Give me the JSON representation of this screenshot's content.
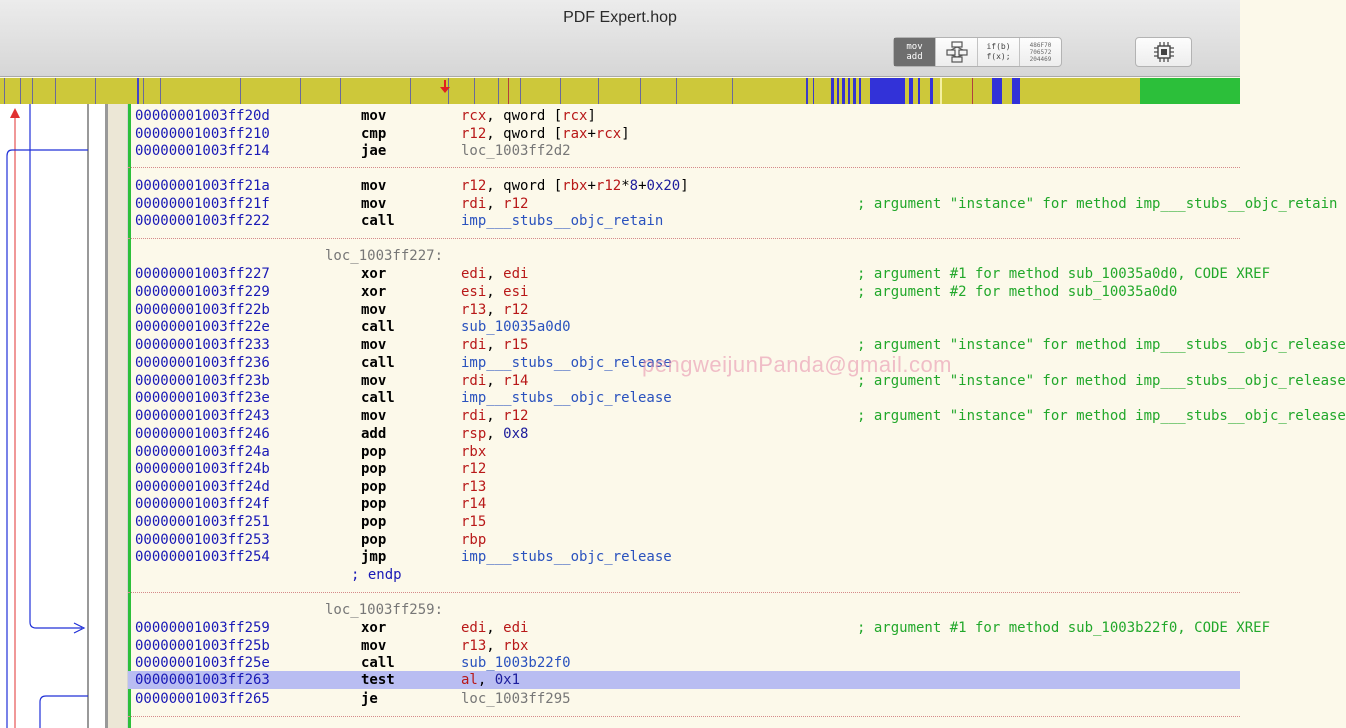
{
  "window": {
    "title": "PDF Expert.hop"
  },
  "toolbar": {
    "mode_asm_line1": "mov",
    "mode_asm_line2": "add",
    "mode_cfg_icon": "control-flow-graph-icon",
    "mode_pseudo_line1": "if(b)",
    "mode_pseudo_line2": "f(x);",
    "mode_hex_line1": "486F70",
    "mode_hex_line2": "706572",
    "mode_hex_line3": "204469",
    "cpu_icon": "cpu-chip-icon"
  },
  "colors": {
    "address": "#1919b6",
    "register": "#b81818",
    "symbol": "#2a52be",
    "comment": "#22a82b",
    "highlight": "#b9bdf2",
    "navbar": "#cdc83a"
  },
  "listing": {
    "b1_0": {
      "addr": "00000001003ff20d",
      "mn": "mov",
      "op": "rcx, qword [rcx]"
    },
    "b1_1": {
      "addr": "00000001003ff210",
      "mn": "cmp",
      "op": "r12, qword [rax+rcx]"
    },
    "b1_2": {
      "addr": "00000001003ff214",
      "mn": "jae",
      "op": "loc_1003ff2d2"
    },
    "b2_0": {
      "addr": "00000001003ff21a",
      "mn": "mov",
      "op": "r12, qword [rbx+r12*8+0x20]"
    },
    "b2_1": {
      "addr": "00000001003ff21f",
      "mn": "mov",
      "op": "rdi, r12",
      "cmt": "; argument \"instance\" for method imp___stubs__objc_retain"
    },
    "b2_2": {
      "addr": "00000001003ff222",
      "mn": "call",
      "op": "imp___stubs__objc_retain"
    },
    "lbl_227": "loc_1003ff227:",
    "b3_0": {
      "addr": "00000001003ff227",
      "mn": "xor",
      "op": "edi, edi",
      "cmt": "; argument #1 for method sub_10035a0d0, CODE XREF"
    },
    "b3_1": {
      "addr": "00000001003ff229",
      "mn": "xor",
      "op": "esi, esi",
      "cmt": "; argument #2 for method sub_10035a0d0"
    },
    "b3_2": {
      "addr": "00000001003ff22b",
      "mn": "mov",
      "op": "r13, r12"
    },
    "b3_3": {
      "addr": "00000001003ff22e",
      "mn": "call",
      "op": "sub_10035a0d0"
    },
    "b3_4": {
      "addr": "00000001003ff233",
      "mn": "mov",
      "op": "rdi, r15",
      "cmt": "; argument \"instance\" for method imp___stubs__objc_release"
    },
    "b3_5": {
      "addr": "00000001003ff236",
      "mn": "call",
      "op": "imp___stubs__objc_release"
    },
    "b3_6": {
      "addr": "00000001003ff23b",
      "mn": "mov",
      "op": "rdi, r14",
      "cmt": "; argument \"instance\" for method imp___stubs__objc_release"
    },
    "b3_7": {
      "addr": "00000001003ff23e",
      "mn": "call",
      "op": "imp___stubs__objc_release"
    },
    "b3_8": {
      "addr": "00000001003ff243",
      "mn": "mov",
      "op": "rdi, r12",
      "cmt": "; argument \"instance\" for method imp___stubs__objc_release"
    },
    "b3_9": {
      "addr": "00000001003ff246",
      "mn": "add",
      "op": "rsp, 0x8"
    },
    "b3_10": {
      "addr": "00000001003ff24a",
      "mn": "pop",
      "op": "rbx"
    },
    "b3_11": {
      "addr": "00000001003ff24b",
      "mn": "pop",
      "op": "r12"
    },
    "b3_12": {
      "addr": "00000001003ff24d",
      "mn": "pop",
      "op": "r13"
    },
    "b3_13": {
      "addr": "00000001003ff24f",
      "mn": "pop",
      "op": "r14"
    },
    "b3_14": {
      "addr": "00000001003ff251",
      "mn": "pop",
      "op": "r15"
    },
    "b3_15": {
      "addr": "00000001003ff253",
      "mn": "pop",
      "op": "rbp"
    },
    "b3_16": {
      "addr": "00000001003ff254",
      "mn": "jmp",
      "op": "imp___stubs__objc_release"
    },
    "endp": "; endp",
    "lbl_259": "loc_1003ff259:",
    "b4_0": {
      "addr": "00000001003ff259",
      "mn": "xor",
      "op": "edi, edi",
      "cmt": "; argument #1 for method sub_1003b22f0, CODE XREF"
    },
    "b4_1": {
      "addr": "00000001003ff25b",
      "mn": "mov",
      "op": "r13, rbx"
    },
    "b4_2": {
      "addr": "00000001003ff25e",
      "mn": "call",
      "op": "sub_1003b22f0"
    },
    "b4_3": {
      "addr": "00000001003ff263",
      "mn": "test",
      "op": "al, 0x1"
    },
    "b4_4": {
      "addr": "00000001003ff265",
      "mn": "je",
      "op": "loc_1003ff295"
    }
  },
  "watermark": "pengweijunPanda@gmail.com"
}
